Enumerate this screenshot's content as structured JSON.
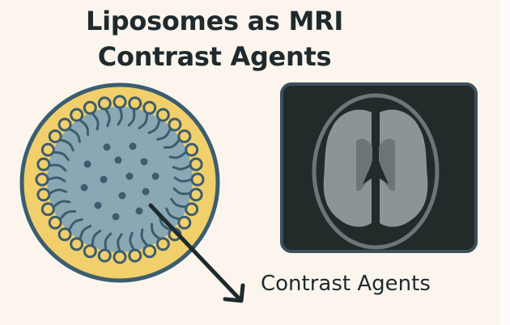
{
  "title": {
    "line1": "Liposomes as MRI",
    "line2": "Contrast Agents"
  },
  "label": "Contrast Agents",
  "colors": {
    "background": "#fbf5ee",
    "liposome_outer": "#f1cf6a",
    "liposome_border": "#3b5d70",
    "liposome_core": "#8aa7b4",
    "mri_bg": "#222a2a",
    "arrow": "#1f2a2e"
  }
}
